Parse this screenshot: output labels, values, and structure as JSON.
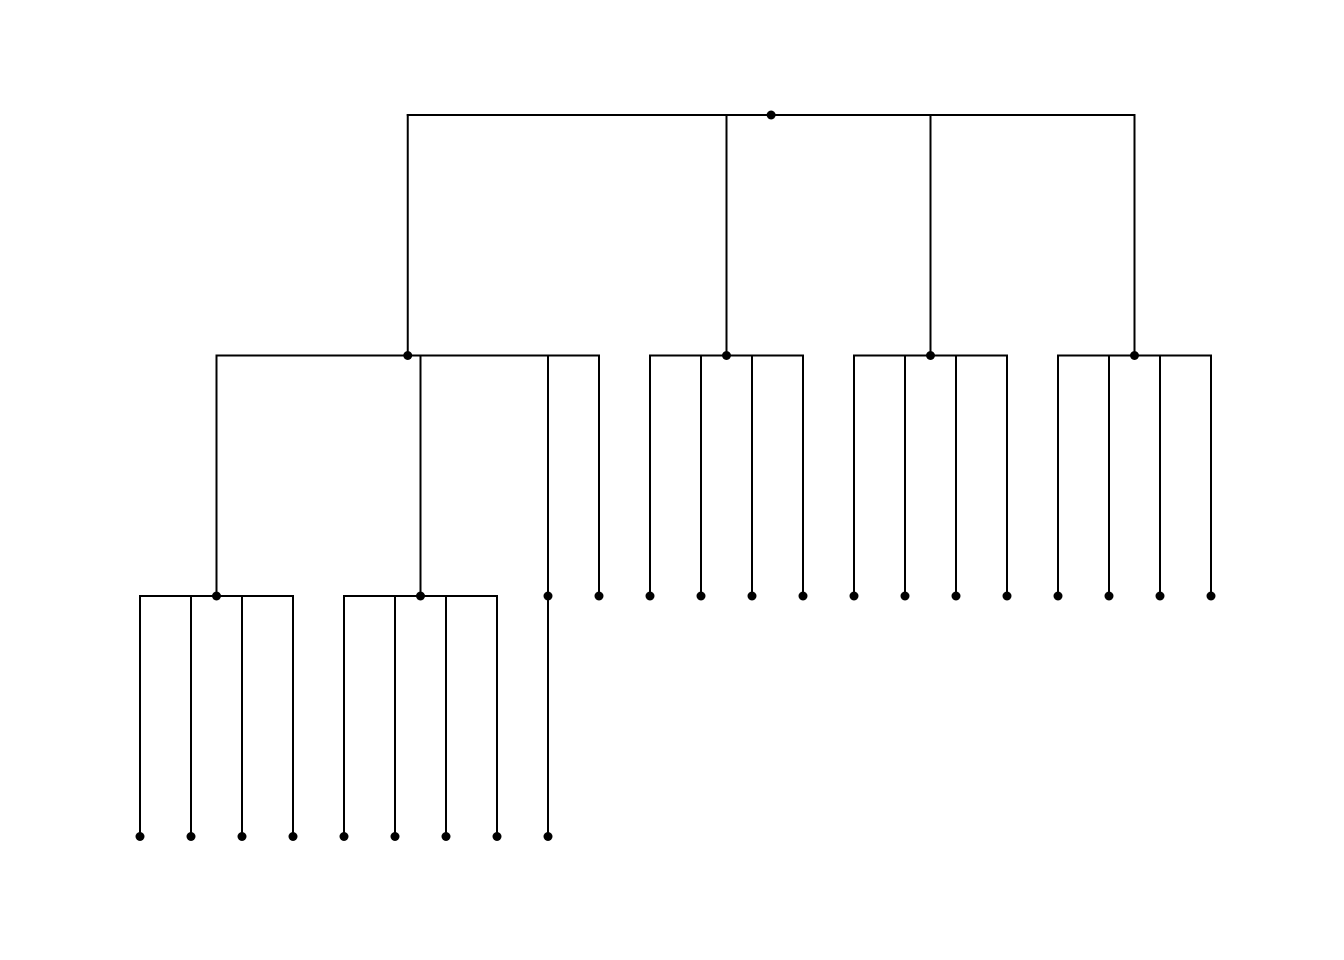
{
  "diagram": {
    "type": "tree",
    "layout": "top-down-orthogonal",
    "line_color": "#000000",
    "node_color": "#000000",
    "background": "#ffffff",
    "root": {
      "id": "root",
      "children": [
        {
          "id": "a",
          "children": [
            {
              "id": "a1",
              "children": [
                {
                  "id": "a1-1"
                },
                {
                  "id": "a1-2"
                },
                {
                  "id": "a1-3"
                },
                {
                  "id": "a1-4"
                }
              ]
            },
            {
              "id": "a2",
              "children": [
                {
                  "id": "a2-1"
                },
                {
                  "id": "a2-2"
                },
                {
                  "id": "a2-3"
                },
                {
                  "id": "a2-4"
                }
              ]
            },
            {
              "id": "a3",
              "children": [
                {
                  "id": "a3-1"
                }
              ]
            },
            {
              "id": "a4"
            }
          ]
        },
        {
          "id": "b",
          "children": [
            {
              "id": "b1"
            },
            {
              "id": "b2"
            },
            {
              "id": "b3"
            },
            {
              "id": "b4"
            }
          ]
        },
        {
          "id": "c",
          "children": [
            {
              "id": "c1"
            },
            {
              "id": "c2"
            },
            {
              "id": "c3"
            },
            {
              "id": "c4"
            }
          ]
        },
        {
          "id": "d",
          "children": [
            {
              "id": "d1"
            },
            {
              "id": "d2"
            },
            {
              "id": "d3"
            },
            {
              "id": "d4"
            }
          ]
        }
      ]
    }
  }
}
